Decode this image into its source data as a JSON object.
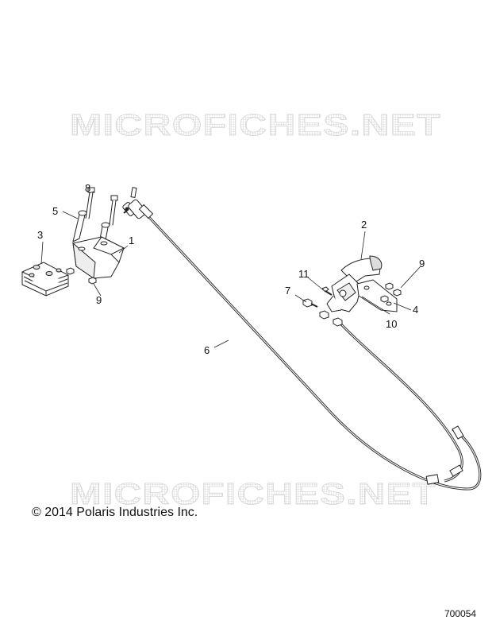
{
  "watermark": {
    "top": "MICROFICHES.NET",
    "bottom": "MICROFICHES.NET"
  },
  "callouts": {
    "c1": "1",
    "c2": "2",
    "c3": "3",
    "c4": "4",
    "c5": "5",
    "c6": "6",
    "c7": "7",
    "c8": "8",
    "c9a": "9",
    "c9b": "9",
    "c10": "10",
    "c11": "11"
  },
  "copyright": "© 2014 Polaris Industries Inc.",
  "document_id": "700054"
}
